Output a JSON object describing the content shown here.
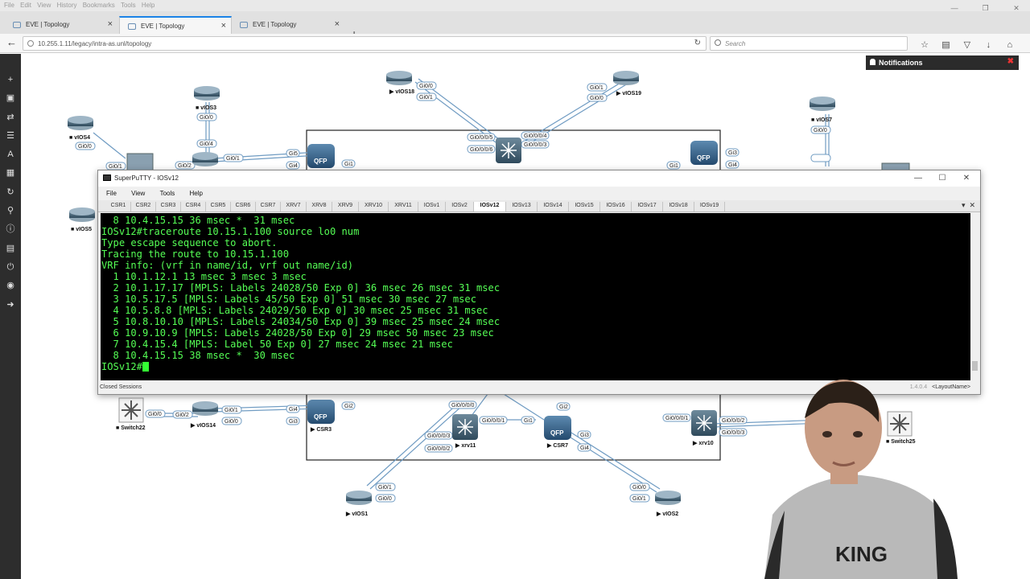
{
  "browser": {
    "menu": [
      "File",
      "Edit",
      "View",
      "History",
      "Bookmarks",
      "Tools",
      "Help"
    ],
    "tabs": [
      {
        "label": "EVE | Topology",
        "active": false
      },
      {
        "label": "EVE | Topology",
        "active": true
      },
      {
        "label": "EVE | Topology",
        "active": false
      }
    ],
    "url": "10.255.1.11/legacy/intra-as.unl/topology",
    "search_placeholder": "Search"
  },
  "eve": {
    "notifications_title": "Notifications",
    "nodes": {
      "vios18": "vIOS18",
      "vios19": "vIOS19",
      "vios3": "vIOS3",
      "vios4": "vIOS4",
      "vios7": "vIOS7",
      "vios5": "vIOS5",
      "vios14": "vIOS14",
      "vios1": "vIOS1",
      "vios2": "vIOS2",
      "switch22": "Switch22",
      "switch25": "Switch25",
      "csr3": "CSR3",
      "csr7": "CSR7",
      "xrv11": "xrv11",
      "xrv10": "xrv10"
    },
    "ports": {
      "gi00": "Gi0/0",
      "gi01": "Gi0/1",
      "gi02": "Gi0/2",
      "gi04": "Gi0/4",
      "gi1": "Gi1",
      "gi2": "Gi2",
      "gi3": "Gi3",
      "gi4": "Gi4",
      "gi5": "Gi5",
      "gi0000": "Gi0/0/0/0",
      "gi0001": "Gi0/0/0/1",
      "gi0002": "Gi0/0/0/2",
      "gi0003": "Gi0/0/0/3",
      "gi0004": "Gi0/0/0/4",
      "gi0005": "Gi0/0/0/5",
      "gi0006": "Gi0/0/0/6"
    }
  },
  "superputty": {
    "title": "SuperPuTTY - IOSv12",
    "menu": [
      "File",
      "View",
      "Tools",
      "Help"
    ],
    "session_tabs": [
      "CSR1",
      "CSR2",
      "CSR3",
      "CSR4",
      "CSR5",
      "CSR6",
      "CSR7",
      "XRV7",
      "XRV8",
      "XRV9",
      "XRV10",
      "XRV11",
      "IOSv1",
      "IOSv2",
      "IOSv12",
      "IOSv13",
      "IOSv14",
      "IOSv15",
      "IOSv16",
      "IOSv17",
      "IOSv18",
      "IOSv19"
    ],
    "active_tab": "IOSv12",
    "terminal_lines": [
      "  8 10.4.15.15 36 msec *  31 msec",
      "IOSv12#traceroute 10.15.1.100 source lo0 num",
      "Type escape sequence to abort.",
      "Tracing the route to 10.15.1.100",
      "VRF info: (vrf in name/id, vrf out name/id)",
      "  1 10.1.12.1 13 msec 3 msec 3 msec",
      "  2 10.1.17.17 [MPLS: Labels 24028/50 Exp 0] 36 msec 26 msec 31 msec",
      "  3 10.5.17.5 [MPLS: Labels 45/50 Exp 0] 51 msec 30 msec 27 msec",
      "  4 10.5.8.8 [MPLS: Labels 24029/50 Exp 0] 30 msec 25 msec 31 msec",
      "  5 10.8.10.10 [MPLS: Labels 24034/50 Exp 0] 39 msec 25 msec 24 msec",
      "  6 10.9.10.9 [MPLS: Labels 24028/50 Exp 0] 29 msec 50 msec 23 msec",
      "  7 10.4.15.4 [MPLS: Label 50 Exp 0] 27 msec 24 msec 21 msec",
      "  8 10.4.15.15 38 msec *  30 msec"
    ],
    "prompt": "IOSv12#",
    "status_left": "Closed Sessions",
    "version": "1.4.0.4",
    "layout_name": "<LayoutName>"
  },
  "webcam": {
    "shirt_text": "KING"
  }
}
